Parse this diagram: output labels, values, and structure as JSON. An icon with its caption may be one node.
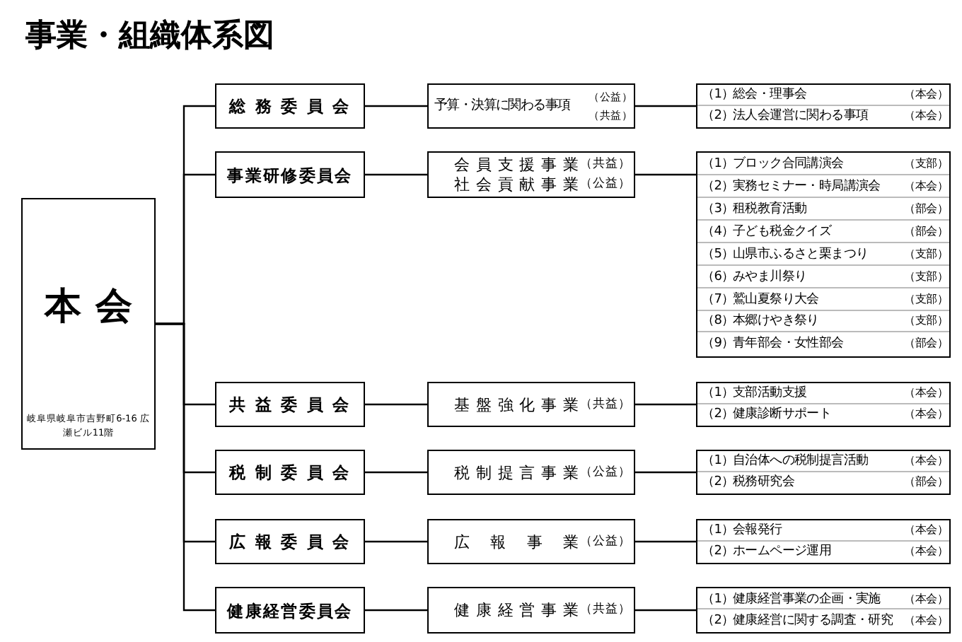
{
  "diagram": {
    "title": "事業・組織体系図",
    "nodes": [
      {
        "text": [
          "本会",
          "岐阜県岐阜市吉野町6-16 広瀬ビル11階"
        ]
      },
      {
        "text": [
          "総務委員会"
        ]
      },
      {
        "text": [
          "予算・決算に関わる事項",
          "（公益）",
          "（共益）"
        ]
      },
      {
        "text": [],
        "shape": "box"
      },
      {
        "text": [
          "（1）",
          "総会・理事会",
          "（本会）"
        ],
        "in": 3
      },
      {
        "text": [
          "（2）",
          "法人会運営に関わる事項",
          "（本会）"
        ],
        "in": 3
      },
      {
        "text": [
          "事業研修委員会"
        ]
      },
      {
        "text": [
          "会員支援事業",
          "（共益）",
          "社会貢献事業",
          "（公益）"
        ]
      },
      {
        "text": [],
        "shape": "box"
      },
      {
        "text": [
          "（1）",
          "ブロック合同講演会",
          "（支部）"
        ],
        "in": 8
      },
      {
        "text": [
          "（2）",
          "実務セミナー・時局講演会",
          "（本会）"
        ],
        "in": 8
      },
      {
        "text": [
          "（3）",
          "租税教育活動",
          "（部会）"
        ],
        "in": 8
      },
      {
        "text": [
          "（4）",
          "子ども税金クイズ",
          "（部会）"
        ],
        "in": 8
      },
      {
        "text": [
          "（5）",
          "山県市ふるさと栗まつり",
          "（支部）"
        ],
        "in": 8
      },
      {
        "text": [
          "（6）",
          "みやま川祭り",
          "（支部）"
        ],
        "in": 8
      },
      {
        "text": [
          "（7）",
          "鷲山夏祭り大会",
          "（支部）"
        ],
        "in": 8
      },
      {
        "text": [
          "（8）",
          "本郷けやき祭り",
          "（支部）"
        ],
        "in": 8
      },
      {
        "text": [
          "（9）",
          "青年部会・女性部会",
          "（部会）"
        ],
        "in": 8
      },
      {
        "text": [
          "共益委員会"
        ]
      },
      {
        "text": [
          "基盤強化事業",
          "（共益）"
        ]
      },
      {
        "text": [],
        "shape": "box"
      },
      {
        "text": [
          "（1）",
          "支部活動支援",
          "（本会）"
        ],
        "in": 20
      },
      {
        "text": [
          "（2）",
          "健康診断サポート",
          "（本会）"
        ],
        "in": 20
      },
      {
        "text": [
          "税制委員会"
        ]
      },
      {
        "text": [
          "税制提言事業",
          "（公益）"
        ]
      },
      {
        "text": [],
        "shape": "box"
      },
      {
        "text": [
          "（1）",
          "自治体への税制提言活動",
          "（本会）"
        ],
        "in": 25
      },
      {
        "text": [
          "（2）",
          "税務研究会",
          "（部会）"
        ],
        "in": 25
      },
      {
        "text": [
          "広報委員会"
        ]
      },
      {
        "text": [
          "広報事業",
          "（公益）"
        ]
      },
      {
        "text": [],
        "shape": "box"
      },
      {
        "text": [
          "（1）",
          "会報発行",
          "（本会）"
        ],
        "in": 30
      },
      {
        "text": [
          "（2）",
          "ホームページ運用",
          "（本会）"
        ],
        "in": 30
      },
      {
        "text": [
          "健康経営委員会"
        ]
      },
      {
        "text": [
          "健康経営事業",
          "（共益）"
        ]
      },
      {
        "text": [],
        "shape": "box"
      },
      {
        "text": [
          "（1）",
          "健康経営事業の企画・実施",
          "（本会）"
        ],
        "in": 35
      },
      {
        "text": [
          "（2）",
          "健康経営に関する調査・研究",
          "（本会）"
        ],
        "in": 35
      }
    ],
    "edges": [
      {
        "from": 0,
        "to": 1,
        "arrow": "none"
      },
      {
        "from": 0,
        "to": 6,
        "arrow": "none"
      },
      {
        "from": 0,
        "to": 18,
        "arrow": "none"
      },
      {
        "from": 0,
        "to": 23,
        "arrow": "none"
      },
      {
        "from": 0,
        "to": 28,
        "arrow": "none"
      },
      {
        "from": 0,
        "to": 33,
        "arrow": "none"
      },
      {
        "from": 1,
        "to": 2,
        "arrow": "none"
      },
      {
        "from": 2,
        "to": 3,
        "arrow": "none"
      },
      {
        "from": 6,
        "to": 7,
        "arrow": "none"
      },
      {
        "from": 7,
        "to": 8,
        "arrow": "none"
      },
      {
        "from": 18,
        "to": 19,
        "arrow": "none"
      },
      {
        "from": 19,
        "to": 20,
        "arrow": "none"
      },
      {
        "from": 23,
        "to": 24,
        "arrow": "none"
      },
      {
        "from": 24,
        "to": 25,
        "arrow": "none"
      },
      {
        "from": 28,
        "to": 29,
        "arrow": "none"
      },
      {
        "from": 29,
        "to": 30,
        "arrow": "none"
      },
      {
        "from": 33,
        "to": 34,
        "arrow": "none"
      },
      {
        "from": 34,
        "to": 35,
        "arrow": "none"
      }
    ]
  }
}
